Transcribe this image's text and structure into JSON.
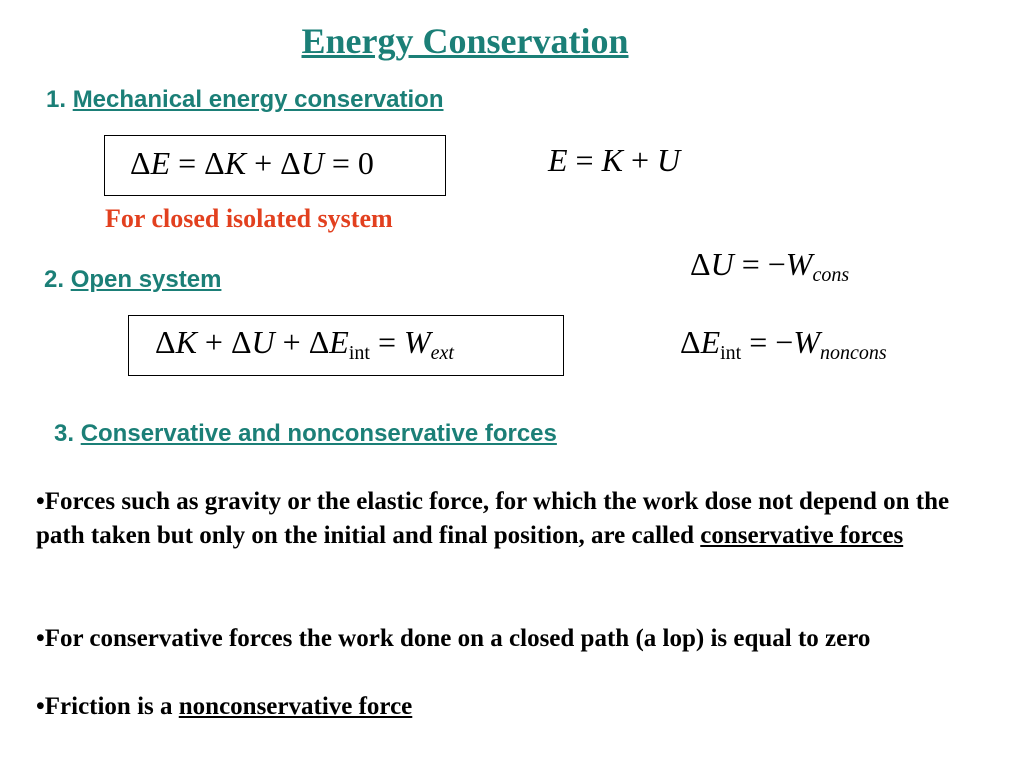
{
  "title": "Energy Conservation",
  "section1": {
    "number": "1.",
    "label": "Mechanical energy conservation"
  },
  "eq1": {
    "d1": "Δ",
    "E": "E",
    "eq": "=",
    "d2": "Δ",
    "K": "K",
    "plus": "+",
    "d3": "Δ",
    "U": "U",
    "eq2": "=",
    "zero": "0"
  },
  "note": "For  closed  isolated  system",
  "eq2": {
    "E": "E",
    "eq": "=",
    "K": "K",
    "plus": "+",
    "U": "U"
  },
  "section2": {
    "number": "2.",
    "label": "Open system"
  },
  "eq3": {
    "d1": "Δ",
    "U": "U",
    "eq": "=",
    "minus": "−",
    "W": "W",
    "sub": "cons"
  },
  "eq4": {
    "d1": "Δ",
    "K": "K",
    "p1": "+",
    "d2": "Δ",
    "U": "U",
    "p2": "+",
    "d3": "Δ",
    "E": "E",
    "sub": "int",
    "eq": "=",
    "W": "W",
    "sub2": "ext"
  },
  "eq5": {
    "d1": "Δ",
    "E": "E",
    "sub": "int",
    "eq": "=",
    "minus": "−",
    "W": "W",
    "sub2": "noncons"
  },
  "section3": {
    "number": "3.",
    "label": "Conservative and nonconservative forces"
  },
  "bullets": {
    "b1_text": "•Forces such as gravity or the elastic force, for which the work dose not depend on the path taken but only on the initial and final position, are called ",
    "b1_term": "conservative forces",
    "b2_text": "•For conservative forces the work done on a closed path (a lop) is equal to zero",
    "b3_text": "•Friction is a ",
    "b3_term": "nonconservative force"
  }
}
